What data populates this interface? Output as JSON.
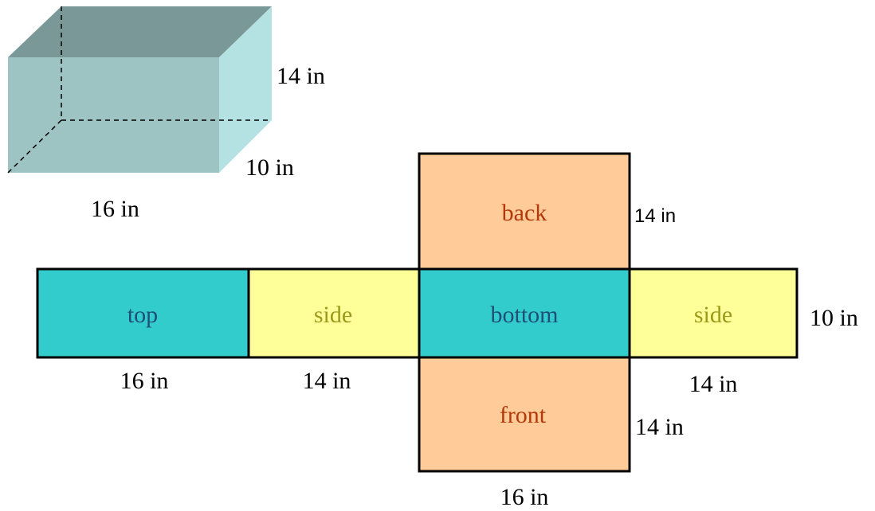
{
  "colors": {
    "top": "#33cccc",
    "side": "#ffff99",
    "front_back": "#ffcc99",
    "box_front": "#9dc3c3",
    "box_top": "#7b9898",
    "box_side": "#b4e1e1",
    "face_label_blue": "#1f4e79",
    "face_label_olive": "#9a9a1a",
    "face_label_orange": "#b3380a",
    "text": "#000000"
  },
  "box": {
    "height_label": "14 in",
    "depth_label": "10 in",
    "width_label": "16 in"
  },
  "net": {
    "faces": {
      "top": "top",
      "side_left": "side",
      "bottom": "bottom",
      "side_right": "side",
      "back": "back",
      "front": "front"
    },
    "labels": {
      "back_height": "14 in",
      "right_height": "10 in",
      "top_width": "16 in",
      "side_left_width": "14 in",
      "side_right_width": "14 in",
      "front_height": "14 in",
      "front_width": "16 in"
    }
  }
}
